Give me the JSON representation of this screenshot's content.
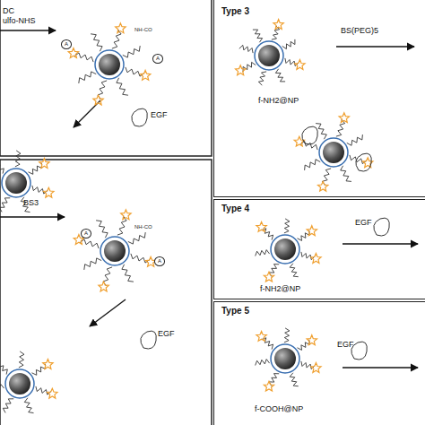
{
  "diagram": {
    "nodes": [
      {
        "text": [
          "Type 3"
        ]
      },
      {
        "text": [
          "Type 4"
        ]
      },
      {
        "text": [
          "Type 5"
        ]
      }
    ],
    "labels": [
      "DC",
      "ulfo-NHS",
      "A",
      "A",
      "NH-CO",
      "EGF",
      "BS3",
      "A",
      "A",
      "NH-CO",
      "EGF",
      "BS(PEG)5",
      "f-NH2@NP",
      "EGF",
      "f-NH2@NP",
      "EGF",
      "f-COOH@NP"
    ]
  }
}
